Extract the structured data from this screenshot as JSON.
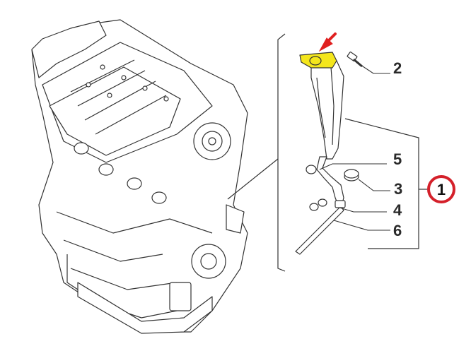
{
  "diagram": {
    "main_callout": {
      "label": "1",
      "ring_color": "#d4202a"
    },
    "part_callouts": [
      {
        "id": "bolt",
        "label": "2"
      },
      {
        "id": "seal-ring",
        "label": "3"
      },
      {
        "id": "o-rings",
        "label": "4"
      },
      {
        "id": "o-ring",
        "label": "5"
      },
      {
        "id": "dipstick",
        "label": "6"
      }
    ],
    "colors": {
      "line": "#333333",
      "highlight": "#f4e61c",
      "arrow": "#e02020"
    }
  }
}
